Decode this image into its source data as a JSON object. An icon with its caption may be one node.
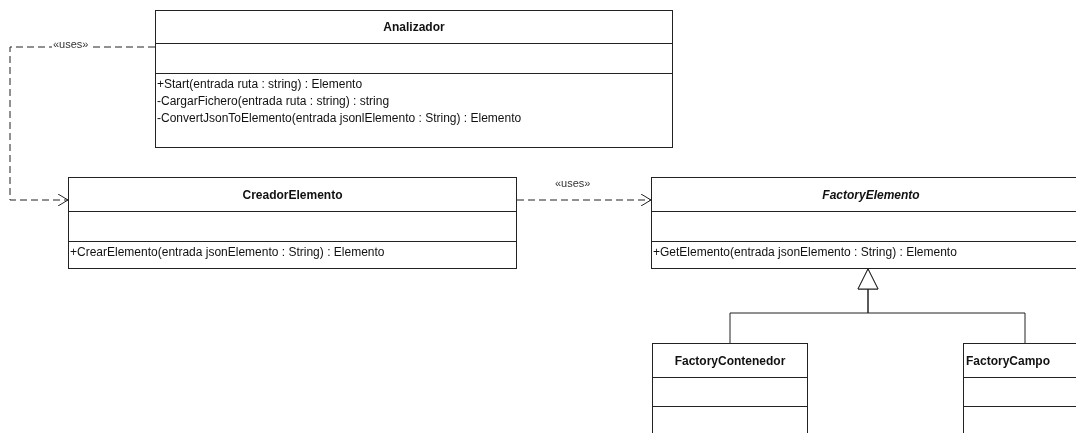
{
  "diagram": {
    "nodes": [
      {
        "text": [
          "Analizador",
          "+Start(entrada ruta : string) : Elemento",
          "-CargarFichero(entrada ruta : string) : string",
          "-ConvertJsonToElemento(entrada jsonlElemento : String) : Elemento"
        ]
      },
      {
        "text": [
          "CreadorElemento",
          "+CrearElemento(entrada jsonElemento : String) : Elemento"
        ]
      },
      {
        "text": [
          "FactoryElemento",
          "+GetElemento(entrada jsonElemento : String) : Elemento"
        ]
      },
      {
        "text": [
          "FactoryContenedor"
        ]
      },
      {
        "text": [
          "FactoryCampo"
        ]
      }
    ],
    "edges": [
      {
        "from": 0,
        "to": 1,
        "arrow": "to",
        "style": "dashed",
        "label": "«uses»"
      },
      {
        "from": 1,
        "to": 2,
        "arrow": "to",
        "style": "dashed",
        "label": "«uses»"
      },
      {
        "from": 3,
        "to": 2,
        "arrow": "to"
      },
      {
        "from": 4,
        "to": 2,
        "arrow": "to"
      }
    ]
  }
}
